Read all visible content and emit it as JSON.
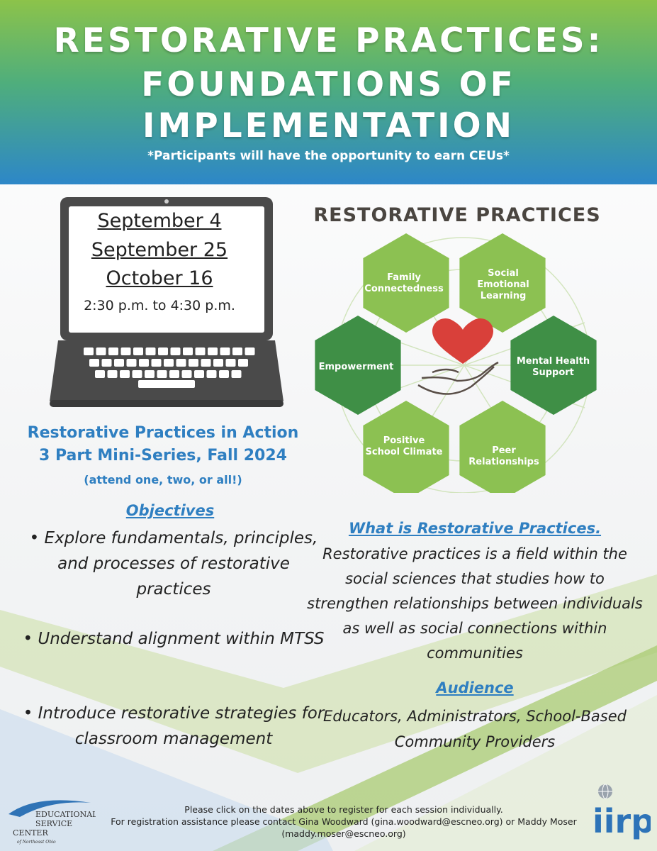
{
  "header": {
    "title_lines": [
      "RESTORATIVE PRACTICES:",
      "FOUNDATIONS OF",
      "IMPLEMENTATION"
    ],
    "subtitle": "*Participants will have the opportunity to earn CEUs*"
  },
  "sessions": {
    "dates": [
      "September 4",
      "September 25",
      "October 16"
    ],
    "time": "2:30 p.m. to 4:30 p.m."
  },
  "series": {
    "title_lines": [
      "Restorative Practices in Action",
      "3 Part Mini-Series, Fall 2024"
    ],
    "note": "(attend one, two, or all!)"
  },
  "objectives": {
    "heading": "Objectives",
    "items": [
      "• Explore fundamentals, principles, and processes of restorative practices",
      "• Understand alignment within MTSS",
      "• Introduce restorative strategies for classroom management"
    ]
  },
  "graphic": {
    "title": "RESTORATIVE PRACTICES",
    "hexagons": [
      "Family Connectedness",
      "Social Emotional Learning",
      "Empowerment",
      "Mental Health Support",
      "Positive School Climate",
      "Peer Relationships"
    ],
    "colors": {
      "light_green": "#8cc152",
      "dark_green": "#3f8f46",
      "heart": "#d9403a"
    }
  },
  "what": {
    "heading": "What is Restorative Practices.",
    "body": "Restorative practices is a field within the social sciences that studies how to strengthen relationships between individuals as well as social connections within communities"
  },
  "audience": {
    "heading": "Audience",
    "body": "Educators, Administrators, School-Based Community Providers"
  },
  "footer": {
    "line1": "Please click on the dates above to register for each session individually.",
    "line2": "For registration assistance please contact Gina Woodward (gina.woodward@escneo.org) or Maddy Moser (maddy.moser@escneo.org)"
  },
  "logos": {
    "esc": [
      "EDUCATIONAL",
      "SERVICE",
      "CENTER",
      "of Northeast Ohio"
    ],
    "iirp": "iirp"
  }
}
